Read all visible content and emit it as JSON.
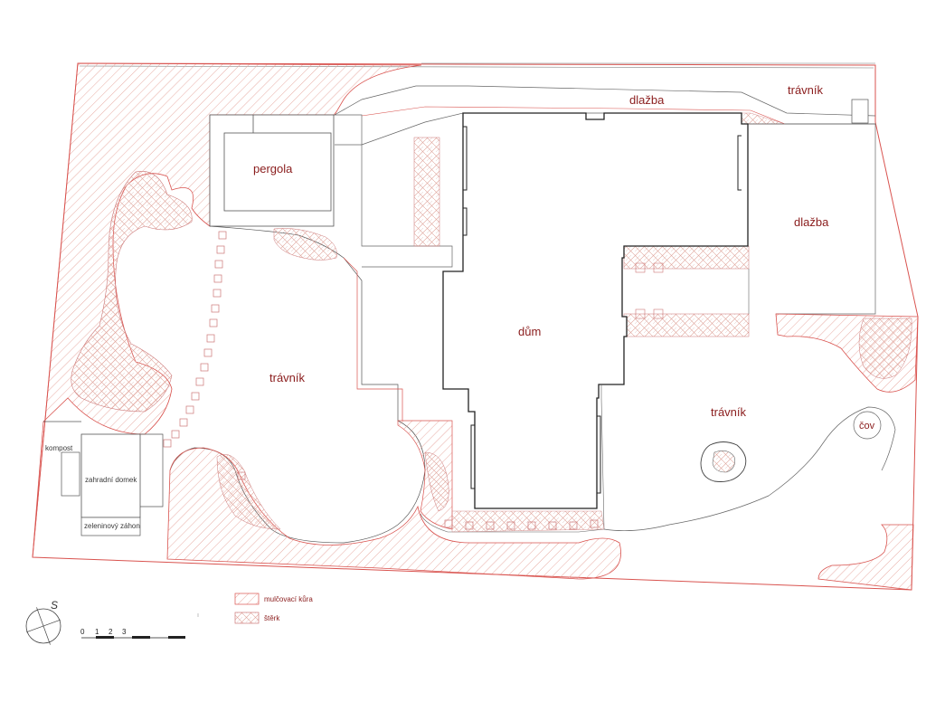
{
  "labels": {
    "pergola": "pergola",
    "dlazba_top": "dlažba",
    "travnik_top": "trávník",
    "dlazba_right": "dlažba",
    "dum": "dům",
    "travnik_left": "trávník",
    "travnik_right": "trávník",
    "cov": "čov",
    "kompost": "kompost",
    "zahradni_domek": "zahradní domek",
    "zeleninovy_zahon": "zeleninový záhon"
  },
  "legend": {
    "mulch": "mulčovací kůra",
    "gravel": "štěrk"
  },
  "scale": {
    "ticks": [
      "0",
      "1",
      "2",
      "3"
    ]
  },
  "north_arrow": {
    "letter": "S"
  },
  "colors": {
    "boundary": "#d9534f",
    "hatch": "#e6a39a",
    "house": "#222222",
    "line": "#555555",
    "label": "#8a1c1c"
  }
}
